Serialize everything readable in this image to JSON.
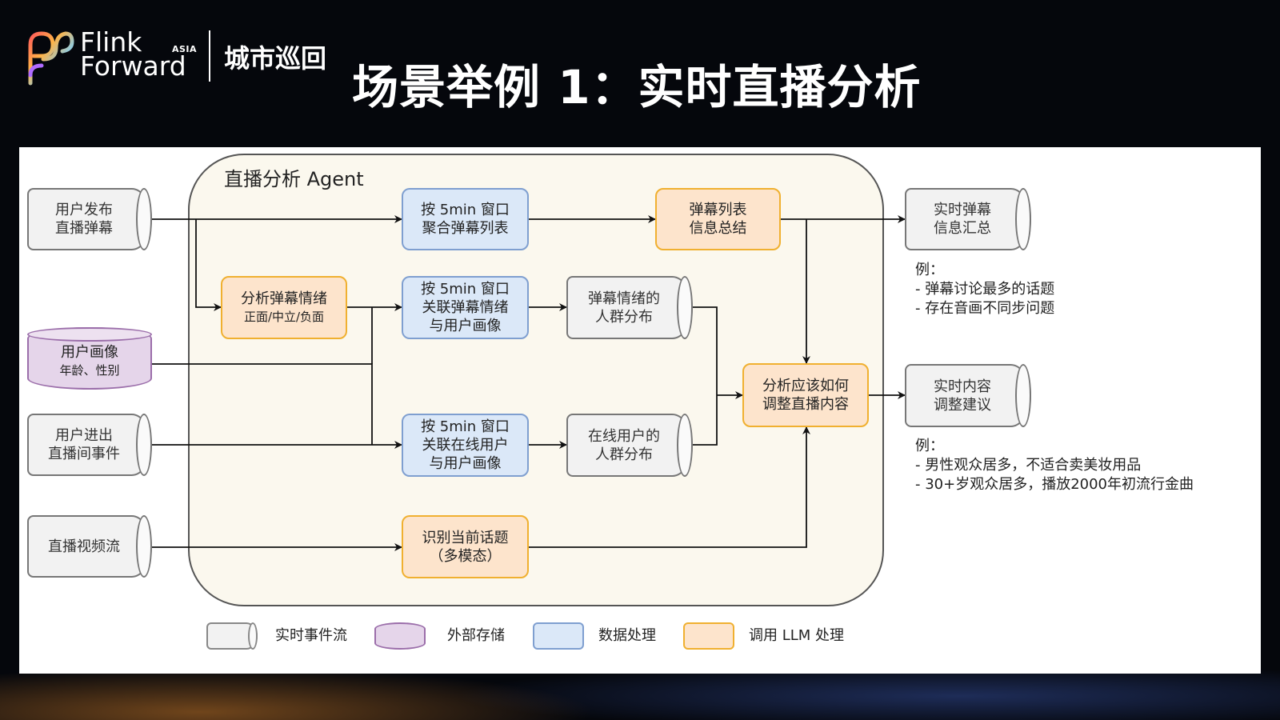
{
  "header": {
    "brand_line1": "Flink",
    "brand_line2": "Forward",
    "brand_asia": "ASIA",
    "brand_city": "城市巡回",
    "title": "场景举例 1：实时直播分析"
  },
  "agent": {
    "title": "直播分析 Agent"
  },
  "inputs": {
    "danmu": [
      "用户发布",
      "直播弹幕"
    ],
    "profile": [
      "用户画像",
      "年龄、性别"
    ],
    "inout": [
      "用户进出",
      "直播间事件"
    ],
    "video": "直播视频流"
  },
  "process": {
    "aggregate": [
      "按 5min 窗口",
      "聚合弹幕列表"
    ],
    "join_emotion": [
      "按 5min 窗口",
      "关联弹幕情绪",
      "与用户画像"
    ],
    "join_online": [
      "按 5min 窗口",
      "关联在线用户",
      "与用户画像"
    ]
  },
  "llm": {
    "summary": [
      "弹幕列表",
      "信息总结"
    ],
    "emotion": [
      "分析弹幕情绪",
      "正面/中立/负面"
    ],
    "topic": [
      "识别当前话题",
      "（多模态）"
    ],
    "advice": [
      "分析应该如何",
      "调整直播内容"
    ]
  },
  "streams": {
    "emotion_dist": [
      "弹幕情绪的",
      "人群分布"
    ],
    "online_dist": [
      "在线用户的",
      "人群分布"
    ]
  },
  "outputs": {
    "summary": [
      "实时弹幕",
      "信息汇总"
    ],
    "advice": [
      "实时内容",
      "调整建议"
    ]
  },
  "notes": {
    "summary": [
      "例：",
      "- 弹幕讨论最多的话题",
      "- 存在音画不同步问题"
    ],
    "advice": [
      "例：",
      "- 男性观众居多，不适合卖美妆用品",
      "- 30+岁观众居多，播放2000年初流行金曲"
    ]
  },
  "legend": {
    "stream": "实时事件流",
    "storage": "外部存储",
    "data": "数据处理",
    "llm": "调用 LLM 处理"
  },
  "colors": {
    "blue_fill": "#dbe8f8",
    "blue_border": "#7f9fd0",
    "orange_fill": "#fde4cc",
    "orange_border": "#f0b030",
    "storage_fill": "#e5d5ea",
    "storage_border": "#9b6eaa"
  }
}
